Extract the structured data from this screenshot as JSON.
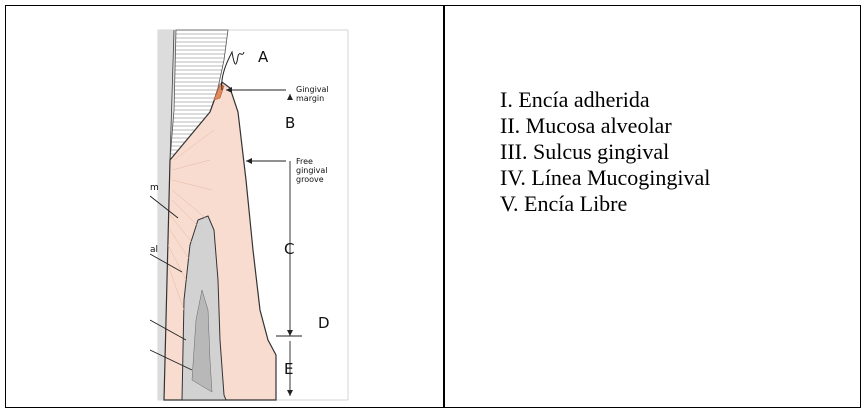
{
  "diagram": {
    "letters": {
      "a": "A",
      "b": "B",
      "c": "C",
      "d": "D",
      "e": "E"
    },
    "annotations": {
      "gingival_1": "Gingival",
      "gingival_2": "margin",
      "free_1": "Free",
      "free_2": "gingival",
      "free_3": "groove",
      "cut_1": "m",
      "cut_2": "al"
    }
  },
  "legend": {
    "items": [
      "I. Encía adherida",
      "II. Mucosa alveolar",
      "III. Sulcus gingival",
      "IV. Línea Mucogingival",
      "V. Encía Libre"
    ]
  }
}
